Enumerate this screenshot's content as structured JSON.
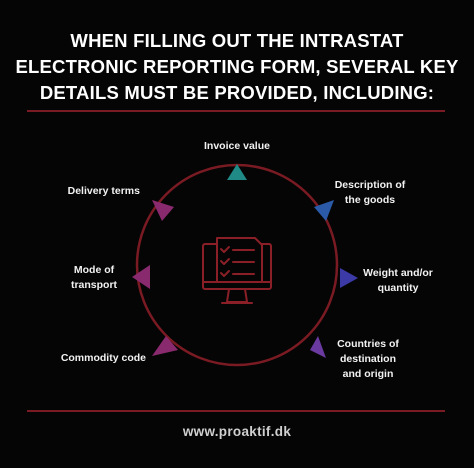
{
  "header": {
    "title_line1": "WHEN FILLING OUT THE INTRASTAT",
    "title_line2": "ELECTRONIC REPORTING FORM, SEVERAL KEY",
    "title_line3": "DETAILS MUST BE PROVIDED, INCLUDING:"
  },
  "items": {
    "invoice_value": "Invoice value",
    "description_line1": "Description of",
    "description_line2": "the goods",
    "weight_line1": "Weight and/or",
    "weight_line2": "quantity",
    "countries_line1": "Countries of",
    "countries_line2": "destination",
    "countries_line3": "and origin",
    "commodity_code": "Commodity code",
    "mode_line1": "Mode of",
    "mode_line2": "transport",
    "delivery_terms": "Delivery terms"
  },
  "footer": {
    "url": "www.proaktif.dk"
  },
  "colors": {
    "background": "#050505",
    "accent_red": "#7a1a22",
    "teal": "#1f8a86",
    "blue": "#2a5aa8",
    "indigo": "#3b3aa6",
    "purple": "#6a3aa0",
    "magenta": "#8a2a6e"
  },
  "icons": {
    "center": "computer-checklist-icon"
  }
}
